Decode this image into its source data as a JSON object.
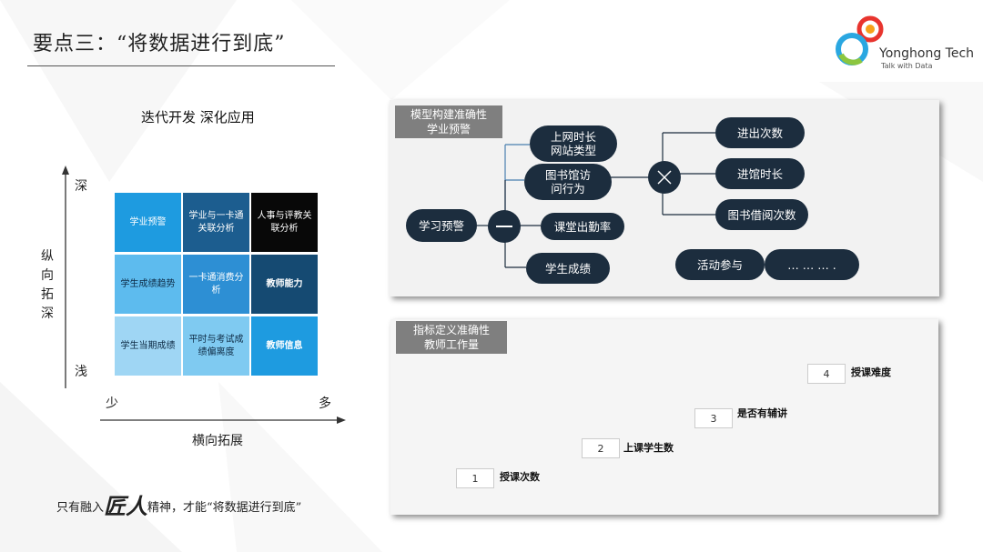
{
  "header": {
    "title": "要点三：“将数据进行到底”"
  },
  "logo": {
    "name": "Yonghong Tech",
    "tagline": "Talk with Data",
    "colors": [
      "#e8342e",
      "#f7a11a",
      "#2aa7e1",
      "#8cc63f"
    ]
  },
  "matrix": {
    "title": "迭代开发 深化应用",
    "y_axis_label": "纵向拓深",
    "y_top": "深",
    "y_bottom": "浅",
    "x_axis_label": "横向拓展",
    "x_left": "少",
    "x_right": "多",
    "rows": [
      [
        "学业预警",
        "学业与一卡通关联分析",
        "人事与评教关联分析"
      ],
      [
        "学生成绩趋势",
        "一卡通消费分析",
        "教师能力"
      ],
      [
        "学生当期成绩",
        "平时与考试成绩偏离度",
        "教师信息"
      ]
    ],
    "colors": [
      [
        "#1e9be0",
        "#1c5d8f",
        "#080808"
      ],
      [
        "#5dbbee",
        "#2d8fd4",
        "#154a72"
      ],
      [
        "#9fd6f4",
        "#7fcaf1",
        "#1e9be0"
      ]
    ]
  },
  "footer": {
    "prefix": "只有融入",
    "emphasis": "匠人",
    "suffix": "精神，才能“将数据进行到底”"
  },
  "panel1": {
    "label_line1": "模型构建准确性",
    "label_line2": "学业预警",
    "root": "学习预警",
    "branches": [
      "上网时长\n网站类型",
      "图书馆访\n问行为",
      "课堂出勤率",
      "学生成绩"
    ],
    "sub_branches": [
      "进出次数",
      "进馆时长",
      "图书借阅次数"
    ],
    "extra": [
      "活动参与",
      "… … … ."
    ]
  },
  "panel2": {
    "label_line1": "指标定义准确性",
    "label_line2": "教师工作量",
    "steps": [
      {
        "num": "1",
        "label": "授课次数"
      },
      {
        "num": "2",
        "label": "上课学生数"
      },
      {
        "num": "3",
        "label": "是否有辅讲"
      },
      {
        "num": "4",
        "label": "授课难度"
      }
    ]
  }
}
